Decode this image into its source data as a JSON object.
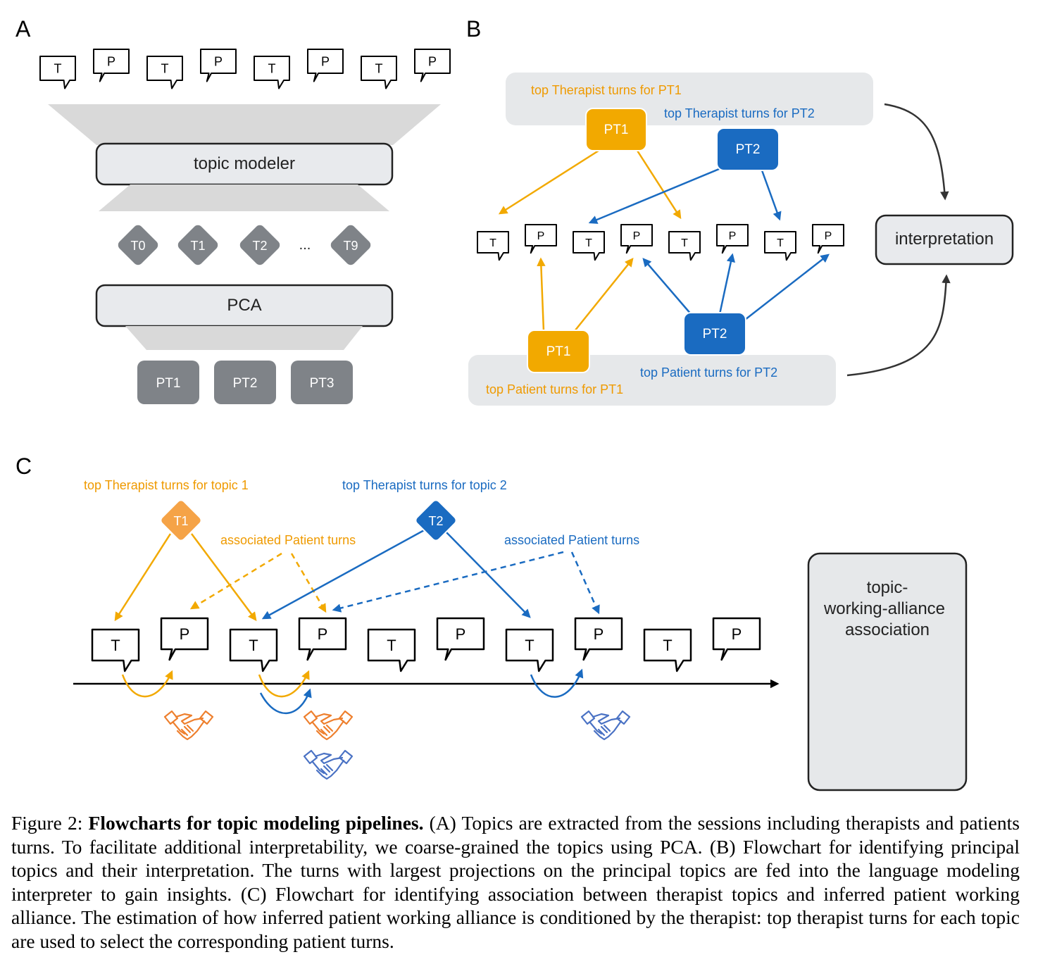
{
  "panels": {
    "a": {
      "label": "A",
      "turns": [
        "T",
        "P",
        "T",
        "P",
        "T",
        "P",
        "T",
        "P"
      ],
      "topic_modeler": "topic modeler",
      "topics": [
        "T0",
        "T1",
        "T2",
        "T9"
      ],
      "ellipsis": "...",
      "pca": "PCA",
      "principal_topics": [
        "PT1",
        "PT2",
        "PT3"
      ]
    },
    "b": {
      "label": "B",
      "top_therapist_pt1": "top Therapist turns for PT1",
      "top_therapist_pt2": "top Therapist turns for PT2",
      "top_patient_pt1": "top Patient turns for PT1",
      "top_patient_pt2": "top Patient turns for PT2",
      "pt1": "PT1",
      "pt2": "PT2",
      "turns": [
        "T",
        "P",
        "T",
        "P",
        "T",
        "P",
        "T",
        "P"
      ],
      "interpretation": "interpretation"
    },
    "c": {
      "label": "C",
      "top_therapist_topic1": "top Therapist turns for topic 1",
      "top_therapist_topic2": "top Therapist turns for topic 2",
      "associated_patient_turns": "associated Patient turns",
      "t1": "T1",
      "t2": "T2",
      "turns": [
        "T",
        "P",
        "T",
        "P",
        "T",
        "P",
        "T",
        "P",
        "T",
        "P"
      ],
      "association_lines": [
        "topic-",
        "working-alliance",
        "association"
      ]
    }
  },
  "colors": {
    "orange": "#f2a900",
    "blue": "#1a6bc1",
    "gray": "#7f8388",
    "light_gray": "#e6e8ea",
    "handshake_orange": "#ee7f2d",
    "handshake_blue": "#4a72c4"
  },
  "caption": {
    "prefix": "Figure 2: ",
    "bold": "Flowcharts for topic modeling pipelines.",
    "text": " (A) Topics are extracted from the sessions including therapists and patients turns. To facilitate additional interpretability, we coarse-grained the topics using PCA. (B) Flowchart for identifying principal topics and their interpretation. The turns with largest projections on the principal topics are fed into the language modeling interpreter to gain insights. (C) Flowchart for identifying association between therapist topics and inferred patient working alliance. The estimation of how inferred patient working alliance is conditioned by the therapist: top therapist turns for each topic are used to select the corresponding patient turns."
  }
}
